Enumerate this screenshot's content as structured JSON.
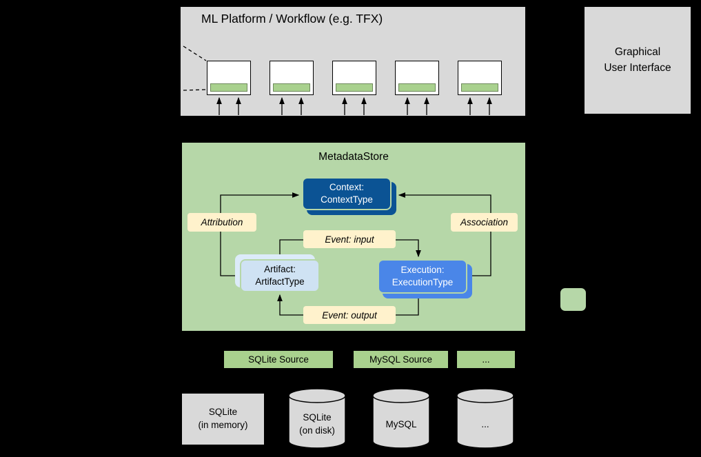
{
  "ml_platform": {
    "title": "ML Platform / Workflow (e.g. TFX)",
    "component_count": 5
  },
  "gui": {
    "label": "Graphical\nUser Interface"
  },
  "metadata_store": {
    "title": "MetadataStore",
    "entities": {
      "context": "Context:\nContextType",
      "artifact": "Artifact:\nArtifactType",
      "execution": "Execution:\nExecutionType"
    },
    "relations": {
      "attribution": "Attribution",
      "association": "Association",
      "event_input": "Event: input",
      "event_output": "Event: output"
    }
  },
  "sources": {
    "sqlite": "SQLite Source",
    "mysql": "MySQL Source",
    "other": "..."
  },
  "backends": {
    "sqlite_memory": "SQLite\n(in memory)",
    "sqlite_disk": "SQLite\n(on disk)",
    "mysql": "MySQL",
    "other": "..."
  },
  "colors": {
    "background": "#000000",
    "gray_box": "#d9d9d9",
    "metadata_store_green": "#b6d7a8",
    "accent_green": "#a9d18e",
    "context_blue": "#0b5394",
    "execution_blue": "#4a86e8",
    "artifact_light_blue": "#cfe2f3",
    "relation_cream": "#fff2cc"
  }
}
